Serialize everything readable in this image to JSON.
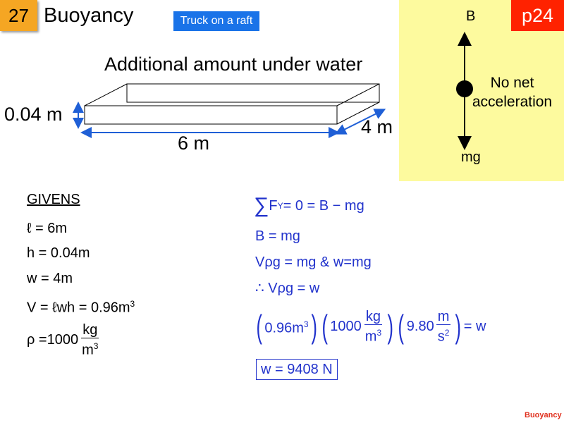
{
  "slide": {
    "number": "27",
    "title": "Buoyancy",
    "tag": "Truck on a raft",
    "page": "p24",
    "footer": "Buoyancy"
  },
  "diagram": {
    "top_label": "Additional amount under water",
    "height": "0.04 m",
    "length": "6 m",
    "width": "4 m"
  },
  "force_diagram": {
    "up_label": "B",
    "down_label": "mg",
    "caption_line1": "No net",
    "caption_line2": "acceleration"
  },
  "givens": {
    "heading": "GIVENS",
    "l": "ℓ = 6m",
    "h": "h = 0.04m",
    "w": "w = 4m",
    "V": "V = ℓwh = 0.96m",
    "V_exp": "3",
    "rho_prefix": "ρ =1000",
    "rho_num": "kg",
    "rho_den": "m",
    "rho_den_exp": "3"
  },
  "equations": {
    "sum_symbol": "∑",
    "sum_F": "F",
    "sum_sub": "Y",
    "sum_rest": " = 0 = B −  mg",
    "e2": "B = mg",
    "e3": "Vρg = mg & w=mg",
    "e4": "∴ Vρg = w",
    "f1": "0.96m",
    "f1_exp": "3",
    "f2_prefix": "1000",
    "f2_num": "kg",
    "f2_den": "m",
    "f2_den_exp": "3",
    "f3_prefix": "9.80",
    "f3_num": "m",
    "f3_den": "s",
    "f3_den_exp": "2",
    "f_result": "= w",
    "result": "w = 9408  N"
  },
  "colors": {
    "badge": "#f5a623",
    "tag_button": "#1a73e8",
    "page_tag": "#ff2200",
    "panel": "#fdfa9e",
    "equation_blue": "#2233cc",
    "dimension_arrow": "#1f5fd6"
  }
}
